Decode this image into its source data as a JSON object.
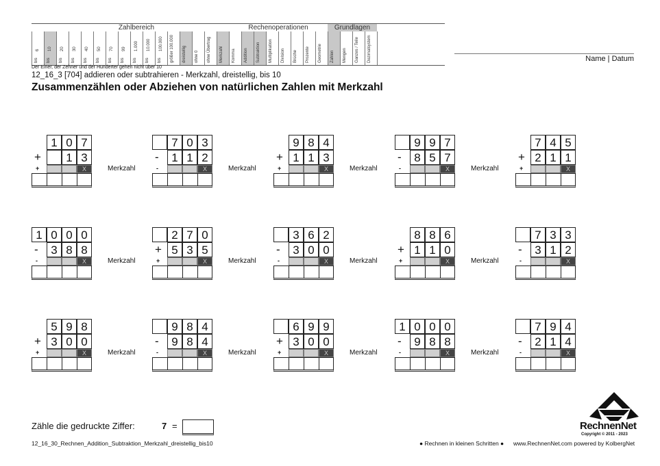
{
  "header": {
    "groups": [
      {
        "label": "Zahlbereich",
        "shaded": false
      },
      {
        "label": "Rechenoperationen",
        "shaded": false
      },
      {
        "label": "Grundlagen",
        "shaded": true
      }
    ],
    "range_columns": [
      {
        "bis": "bis",
        "num": "6",
        "shaded": false
      },
      {
        "bis": "bis",
        "num": "10",
        "shaded": true
      },
      {
        "bis": "bis",
        "num": "20",
        "shaded": false
      },
      {
        "bis": "bis",
        "num": "30",
        "shaded": false
      },
      {
        "bis": "bis",
        "num": "40",
        "shaded": false
      },
      {
        "bis": "bis",
        "num": "50",
        "shaded": false
      },
      {
        "bis": "bis",
        "num": "70",
        "shaded": false
      },
      {
        "bis": "bis",
        "num": "99",
        "shaded": false
      },
      {
        "bis": "bis",
        "num": "1.000",
        "shaded": false
      },
      {
        "bis": "bis",
        "num": "10.000",
        "shaded": false
      },
      {
        "bis": "bis",
        "num": "100.000",
        "shaded": false
      }
    ],
    "vertical_columns": [
      {
        "label": "größer 100.000",
        "shaded": false
      },
      {
        "label": "dreistellig",
        "shaded": true
      },
      {
        "label": "ohne 0",
        "shaded": false
      },
      {
        "label": "ohne Übertrag",
        "shaded": false
      },
      {
        "label": "Merkzahl",
        "shaded": true
      },
      {
        "label": "Komma",
        "shaded": false
      },
      {
        "label": "Addition",
        "shaded": true
      },
      {
        "label": "Subtraktion",
        "shaded": true
      },
      {
        "label": "Multiplikation",
        "shaded": false
      },
      {
        "label": "Division",
        "shaded": false
      },
      {
        "label": "Brüche",
        "shaded": false
      },
      {
        "label": "Prozente",
        "shaded": false
      },
      {
        "label": "Geometrie",
        "shaded": false
      },
      {
        "label": "Zahlen",
        "shaded": true
      },
      {
        "label": "Mengen",
        "shaded": false
      },
      {
        "label": "Ganzes / Teile",
        "shaded": false
      },
      {
        "label": "Dezimalsystem",
        "shaded": false
      },
      {
        "label": "",
        "shaded": false
      }
    ]
  },
  "name_label": "Name | Datum",
  "note": "Der Einer, der Zehner und der Hunderter gehen nicht über 10",
  "code_line": "12_16_3   [704]   addieren oder subtrahieren - Merkzahl, dreistellig, bis 10",
  "title": "Zusammenzählen oder Abziehen von natürlichen Zahlen mit Merkzahl",
  "merkzahl_label": "Merkzahl",
  "carry_mark": "X",
  "problems": [
    {
      "top": [
        "",
        "1",
        "0",
        "7"
      ],
      "op": "+",
      "bottom": [
        "",
        "",
        "1",
        "3"
      ]
    },
    {
      "top": [
        "",
        "7",
        "0",
        "3"
      ],
      "op": "-",
      "bottom": [
        "",
        "1",
        "1",
        "2"
      ]
    },
    {
      "top": [
        "",
        "9",
        "8",
        "4"
      ],
      "op": "+",
      "bottom": [
        "",
        "1",
        "1",
        "3"
      ]
    },
    {
      "top": [
        "",
        "9",
        "9",
        "7"
      ],
      "op": "-",
      "bottom": [
        "",
        "8",
        "5",
        "7"
      ]
    },
    {
      "top": [
        "",
        "7",
        "4",
        "5"
      ],
      "op": "+",
      "bottom": [
        "",
        "2",
        "1",
        "1"
      ]
    },
    {
      "top": [
        "1",
        "0",
        "0",
        "0"
      ],
      "op": "-",
      "bottom": [
        "",
        "3",
        "8",
        "8"
      ]
    },
    {
      "top": [
        "",
        "2",
        "7",
        "0"
      ],
      "op": "+",
      "bottom": [
        "",
        "5",
        "3",
        "5"
      ]
    },
    {
      "top": [
        "",
        "3",
        "6",
        "2"
      ],
      "op": "-",
      "bottom": [
        "",
        "3",
        "0",
        "0"
      ]
    },
    {
      "top": [
        "",
        "8",
        "8",
        "6"
      ],
      "op": "+",
      "bottom": [
        "",
        "1",
        "1",
        "0"
      ]
    },
    {
      "top": [
        "",
        "7",
        "3",
        "3"
      ],
      "op": "-",
      "bottom": [
        "",
        "3",
        "1",
        "2"
      ]
    },
    {
      "top": [
        "",
        "5",
        "9",
        "8"
      ],
      "op": "+",
      "bottom": [
        "",
        "3",
        "0",
        "0"
      ]
    },
    {
      "top": [
        "",
        "9",
        "8",
        "4"
      ],
      "op": "-",
      "bottom": [
        "",
        "9",
        "8",
        "4"
      ]
    },
    {
      "top": [
        "",
        "6",
        "9",
        "9"
      ],
      "op": "+",
      "bottom": [
        "",
        "3",
        "0",
        "0"
      ]
    },
    {
      "top": [
        "1",
        "0",
        "0",
        "0"
      ],
      "op": "-",
      "bottom": [
        "",
        "9",
        "8",
        "8"
      ]
    },
    {
      "top": [
        "",
        "7",
        "9",
        "4"
      ],
      "op": "-",
      "bottom": [
        "",
        "2",
        "1",
        "4"
      ]
    }
  ],
  "count_label": "Zähle die gedruckte Ziffer:",
  "count_digit": "7",
  "count_equals": "=",
  "footer": {
    "filename": "12_16_30_Rechnen_Addition_Subtraktion_Merkzahl_dreistellig_bis10",
    "slogan": "● Rechnen in kleinen Schritten ●",
    "site": "www.RechnenNet.com powered by KolbergNet"
  },
  "logo": {
    "name": "RechnenNet",
    "copyright": "Copyright © 2011 - 2023"
  }
}
